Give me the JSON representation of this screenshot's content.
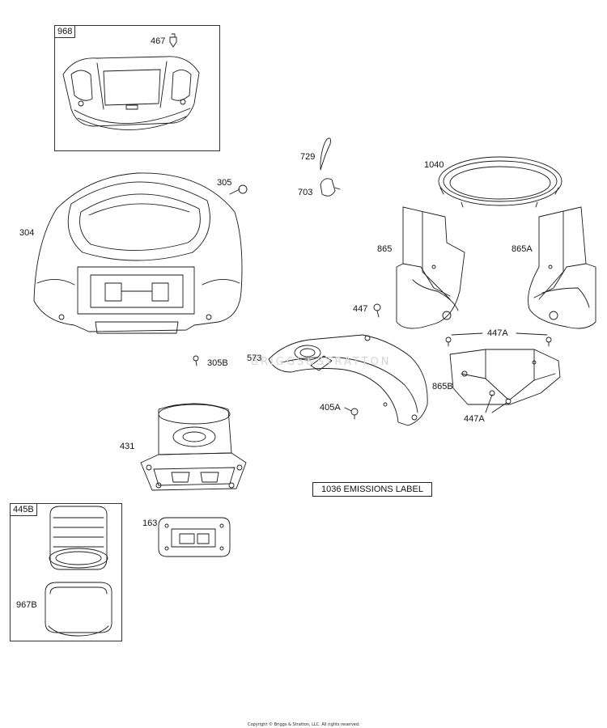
{
  "diagram": {
    "labels": {
      "p968": "968",
      "p467": "467",
      "p729": "729",
      "p703": "703",
      "p1040": "1040",
      "p305": "305",
      "p304": "304",
      "p865": "865",
      "p865a": "865A",
      "p447": "447",
      "p447a_top": "447A",
      "p305b": "305B",
      "p573": "573",
      "p865b": "865B",
      "p405a": "405A",
      "p447a_bottom": "447A",
      "p431": "431",
      "p163": "163",
      "p445b": "445B",
      "p967b": "967B"
    },
    "emissions_label": "1036 EMISSIONS LABEL",
    "watermark": "BRIGGS&STRATTON",
    "copyright": "Copyright © Briggs & Stratton, LLC. All rights reserved."
  }
}
